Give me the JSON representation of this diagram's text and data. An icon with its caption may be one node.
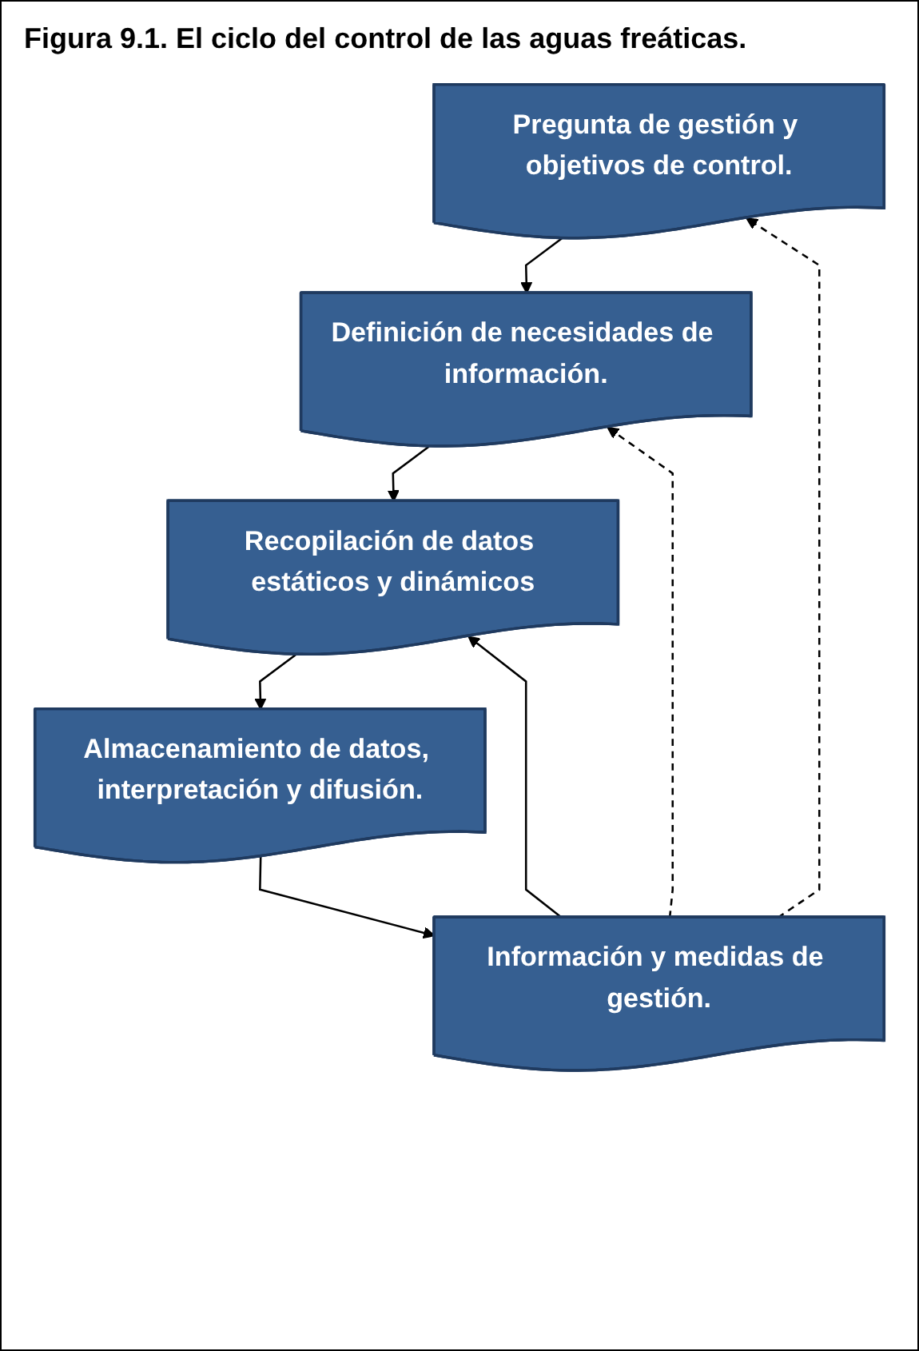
{
  "diagram": {
    "title": "Figura 9.1. El ciclo del control de las aguas freáticas.",
    "nodes": [
      {
        "text": [
          "Pregunta de gestión y objetivos de control."
        ]
      },
      {
        "text": [
          "Definición de necesidades de información."
        ]
      },
      {
        "text": [
          "Recopilación de datos estáticos y dinámicos"
        ]
      },
      {
        "text": [
          "Almacenamiento de datos, interpretación y difusión."
        ]
      },
      {
        "text": [
          "Información y medidas de gestión."
        ]
      }
    ],
    "edges": [
      {
        "from": 0,
        "to": 1,
        "arrow": "to"
      },
      {
        "from": 1,
        "to": 2,
        "arrow": "to"
      },
      {
        "from": 2,
        "to": 3,
        "arrow": "to"
      },
      {
        "from": 3,
        "to": 4,
        "arrow": "to"
      },
      {
        "from": 4,
        "to": 2,
        "arrow": "to"
      },
      {
        "from": 4,
        "to": 1,
        "arrow": "to",
        "style": "dashed"
      },
      {
        "from": 4,
        "to": 0,
        "arrow": "to",
        "style": "dashed"
      }
    ]
  }
}
